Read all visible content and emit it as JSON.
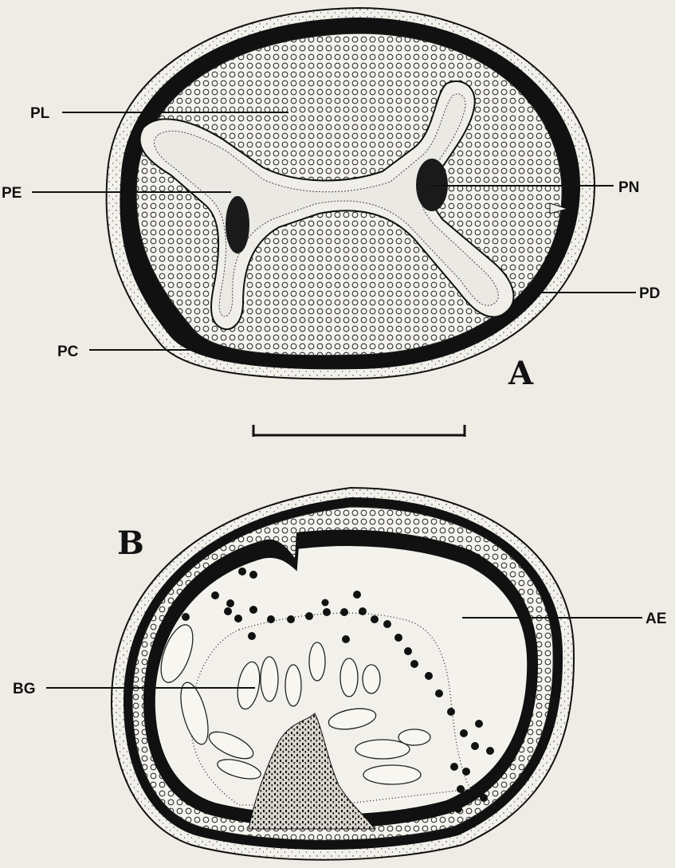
{
  "figure": {
    "panels": [
      {
        "id": "A",
        "label": "A",
        "callouts": [
          "PL",
          "PE",
          "PC",
          "PN",
          "PD"
        ]
      },
      {
        "id": "B",
        "label": "B",
        "callouts": [
          "AE",
          "BG"
        ]
      }
    ],
    "colors": {
      "background": "#efece6",
      "ink": "#111111",
      "tissue_fill": "#f5f3ee",
      "lumen_fill": "#ecebe6"
    }
  }
}
